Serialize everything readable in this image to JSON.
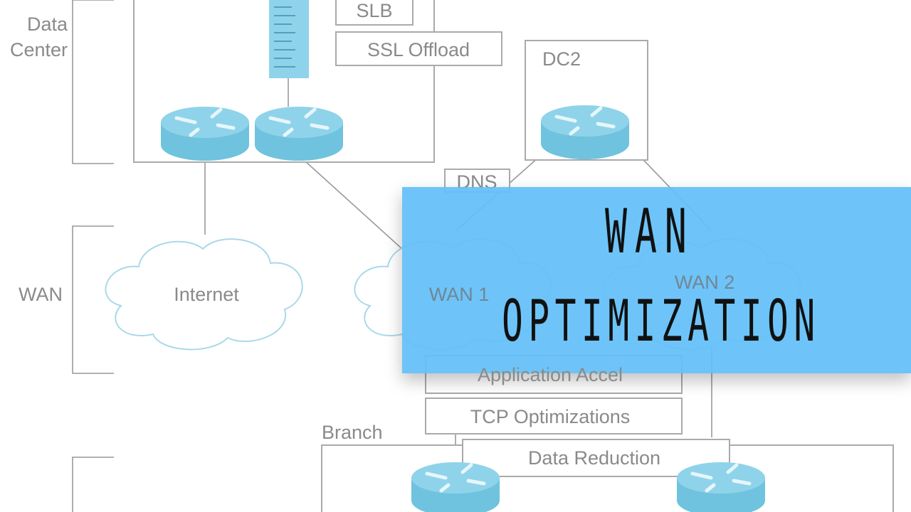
{
  "diagram": {
    "zones": [
      "Data\nCenter",
      "WAN"
    ],
    "zone_data_center": [
      "Data",
      "Center"
    ],
    "zone_wan": "WAN",
    "slb": "SLB",
    "ssl": "SSL Offload",
    "dc2": "DC2",
    "dns": "DNS",
    "internet": "Internet",
    "wan1": "WAN 1",
    "wan2": "WAN 2",
    "app_accel": "Application Accel",
    "tcp_opt": "TCP Optimizations",
    "branch": "Branch",
    "data_reduction": "Data Reduction",
    "colors": {
      "router": "#7ccbe3",
      "banner": "#63c0f8",
      "cloud_stroke": "#a9d9ea"
    }
  },
  "banner": {
    "line1": "WAN",
    "line2": "OPTIMIZATION"
  }
}
